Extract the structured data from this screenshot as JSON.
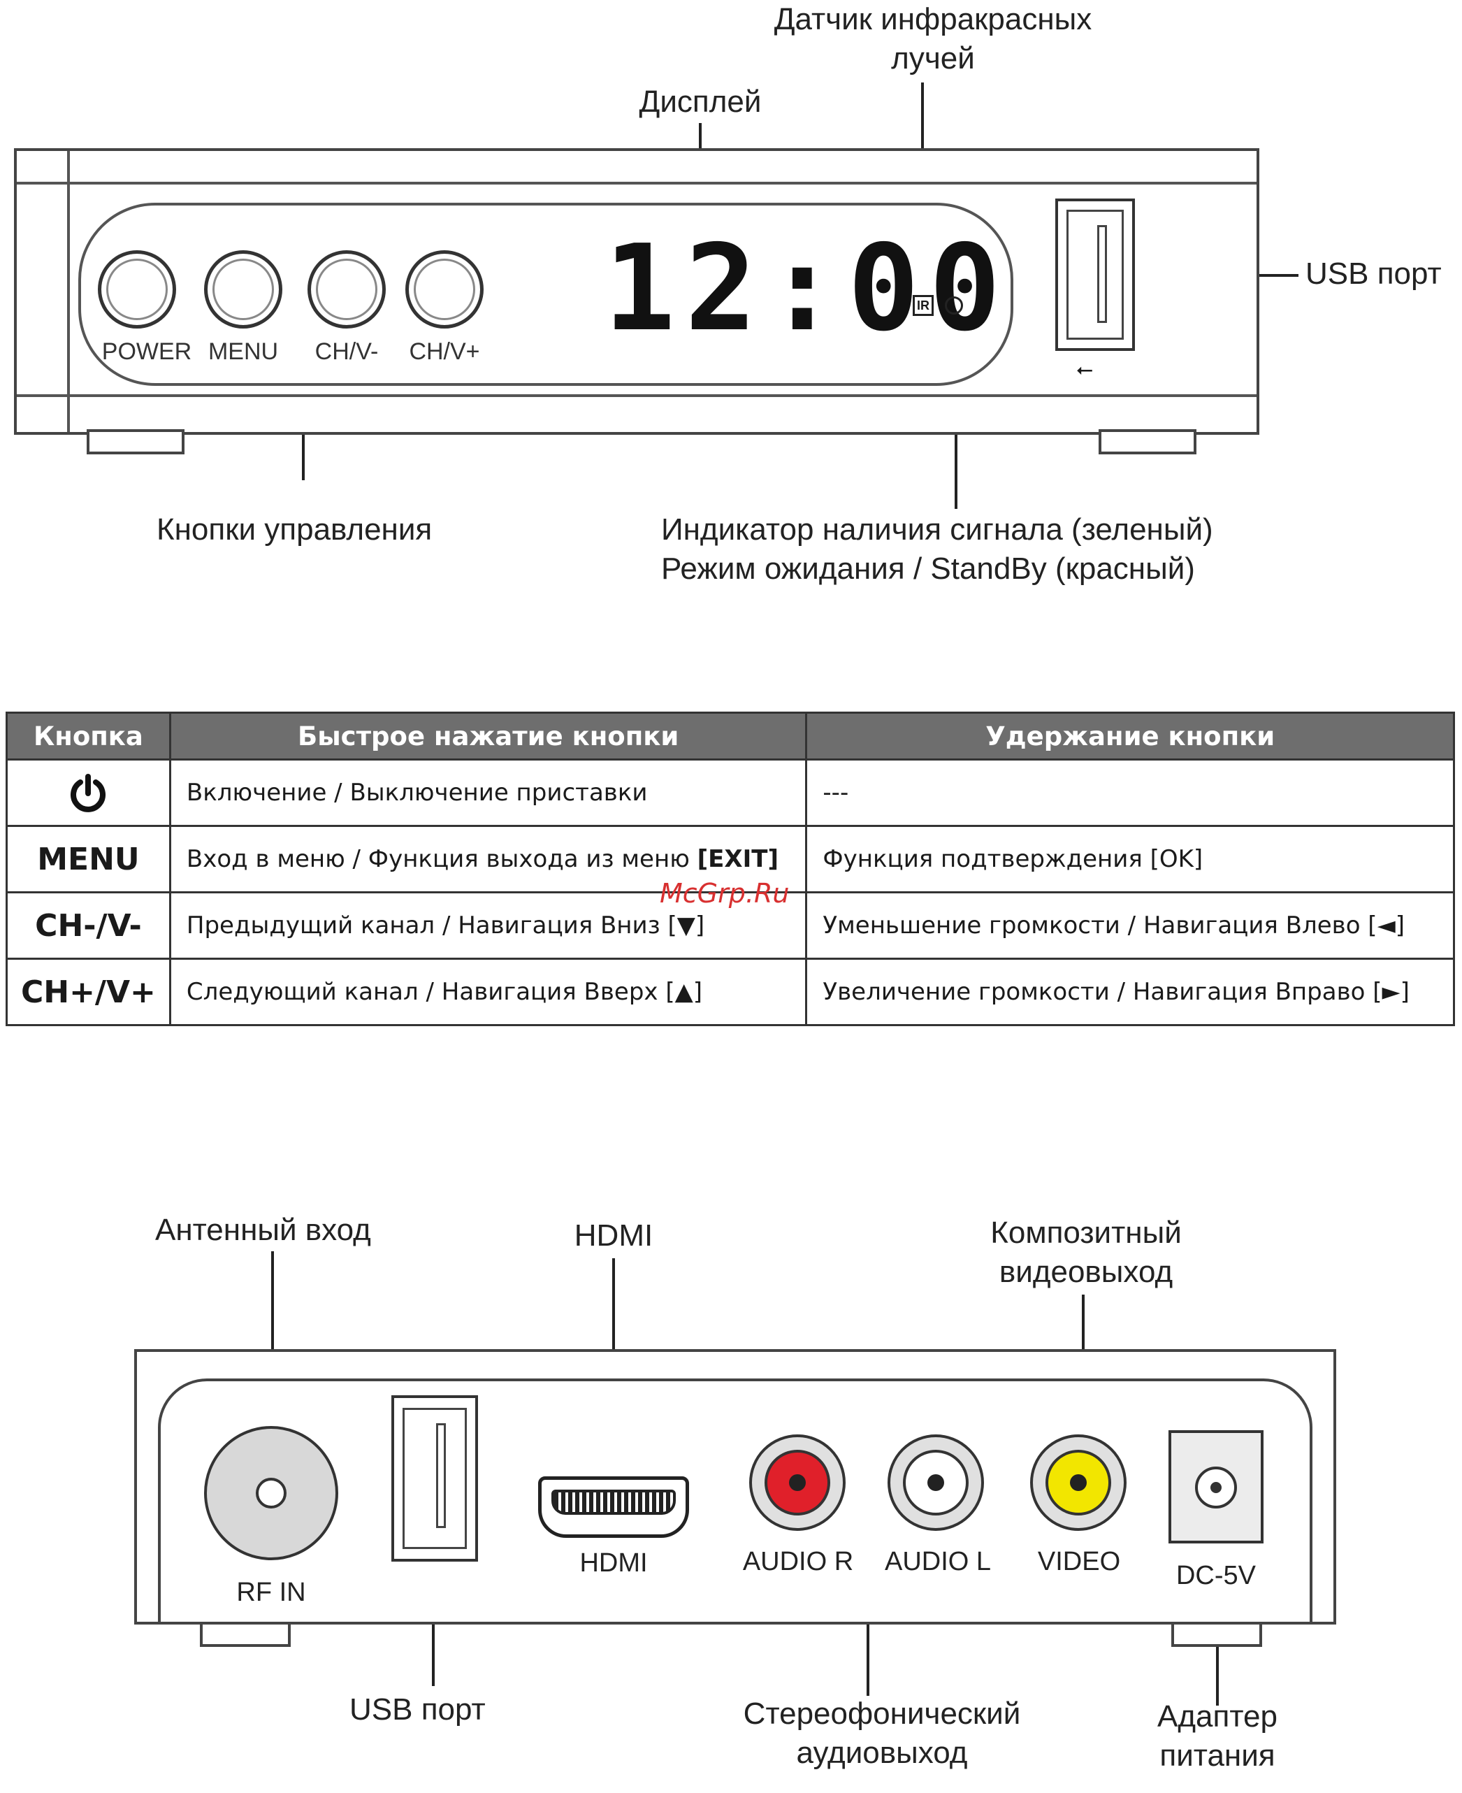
{
  "front": {
    "label_ir": "Датчик инфракрасных\nлучей",
    "label_display": "Дисплей",
    "label_usb": "USB порт",
    "label_buttons": "Кнопки управления",
    "label_indicator_1": "Индикатор наличия сигнала (зеленый)",
    "label_indicator_2": "Режим ожидания / StandBy (красный)",
    "buttons": [
      "POWER",
      "MENU",
      "CH/V-",
      "CH/V+"
    ],
    "clock": "12:00",
    "ir_mark": "IR"
  },
  "table": {
    "headers": [
      "Кнопка",
      "Быстрое нажатие кнопки",
      "Удержание кнопки"
    ],
    "rows": [
      {
        "key": "power-icon",
        "press": "Включение / Выключение приставки",
        "hold": "---"
      },
      {
        "key": "MENU",
        "press": "Вход в меню / Функция выхода из меню",
        "press_bold": "[EXIT]",
        "hold": "Функция подтверждения [OK]"
      },
      {
        "key": "CH-/V-",
        "press": "Предыдущий канал / Навигация Вниз [▼]",
        "hold": "Уменьшение громкости / Навигация Влево [◄]"
      },
      {
        "key": "CH+/V+",
        "press": "Следующий канал / Навигация Вверх [▲]",
        "hold": "Увеличение громкости / Навигация Вправо [►]"
      }
    ],
    "watermark": "McGrp.Ru"
  },
  "back": {
    "label_antenna": "Антенный вход",
    "label_hdmi": "HDMI",
    "label_video_1": "Композитный",
    "label_video_2": "видеовыход",
    "label_usb": "USB порт",
    "label_stereo_1": "Стереофонический",
    "label_stereo_2": "аудиовыход",
    "label_power_1": "Адаптер",
    "label_power_2": "питания",
    "jacks": {
      "rf": "RF IN",
      "hdmi": "HDMI",
      "audio_r": "AUDIO R",
      "audio_l": "AUDIO L",
      "video": "VIDEO",
      "dc": "DC-5V"
    },
    "colors": {
      "audio_r": "#e0202a",
      "audio_l": "#ffffff",
      "video": "#f2e600"
    }
  }
}
